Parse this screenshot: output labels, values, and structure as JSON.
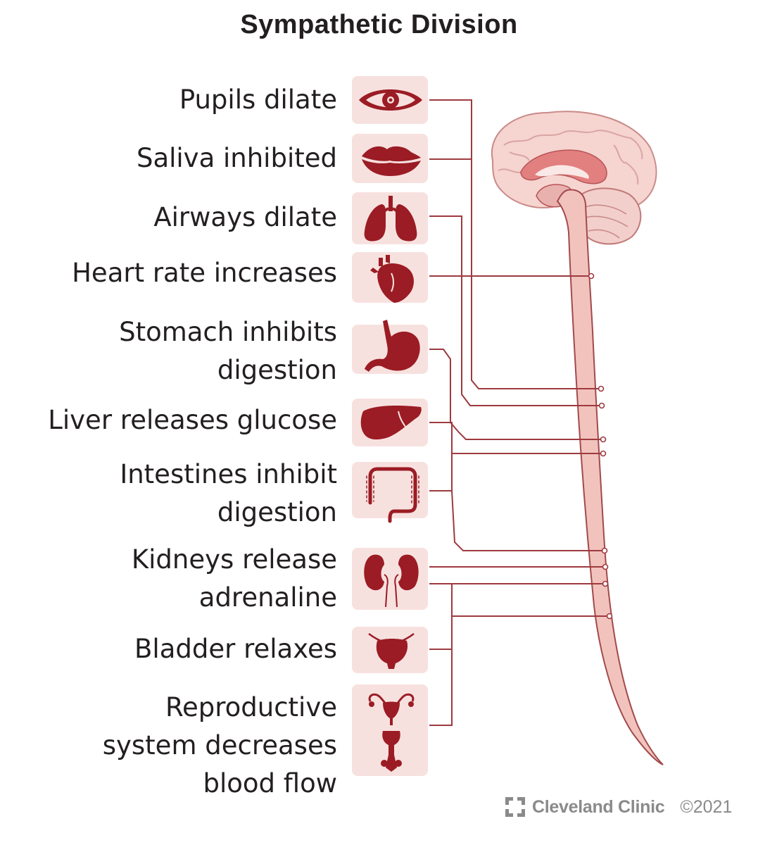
{
  "title": "Sympathetic Division",
  "colors": {
    "organ": "#9b1c24",
    "tile": "#f7e1df",
    "line": "#9e3a3f",
    "spine": "#f2c3bd",
    "spine_outline": "#a24a4c",
    "brain": "#f6d4d0",
    "text": "#231f20"
  },
  "effects": [
    {
      "icon": "eye-icon",
      "lines": [
        "Pupils dilate"
      ]
    },
    {
      "icon": "lips-icon",
      "lines": [
        "Saliva inhibited"
      ]
    },
    {
      "icon": "lungs-icon",
      "lines": [
        "Airways dilate"
      ]
    },
    {
      "icon": "heart-icon",
      "lines": [
        "Heart rate increases"
      ]
    },
    {
      "icon": "stomach-icon",
      "lines": [
        "Stomach inhibits",
        "digestion"
      ]
    },
    {
      "icon": "liver-icon",
      "lines": [
        "Liver releases glucose"
      ]
    },
    {
      "icon": "intestines-icon",
      "lines": [
        "Intestines inhibit",
        "digestion"
      ]
    },
    {
      "icon": "kidneys-icon",
      "lines": [
        "Kidneys release",
        "adrenaline"
      ]
    },
    {
      "icon": "bladder-icon",
      "lines": [
        "Bladder relaxes"
      ]
    },
    {
      "icon": "reproductive-icon",
      "lines": [
        "Reproductive",
        "system decreases",
        "blood flow"
      ]
    }
  ],
  "footer": {
    "logo_icon": "cleveland-clinic-logo-icon",
    "brand": "Cleveland Clinic",
    "copyright": "©2021"
  }
}
